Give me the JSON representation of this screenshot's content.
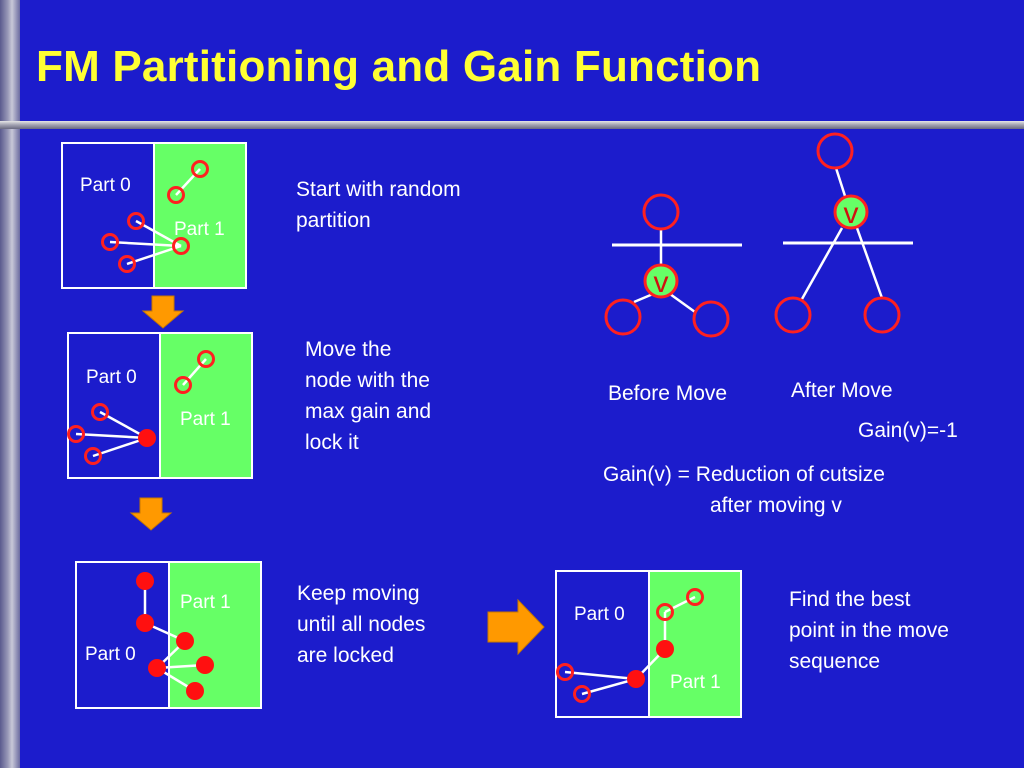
{
  "slide": {
    "title": "FM Partitioning and Gain Function"
  },
  "steps": [
    {
      "part0": "Part 0",
      "part1": "Part 1",
      "description_lines": [
        "Start with random",
        "partition"
      ]
    },
    {
      "part0": "Part 0",
      "part1": "Part 1",
      "description_lines": [
        "Move the",
        "node with the",
        "max gain and",
        "lock it"
      ]
    },
    {
      "part0": "Part 0",
      "part1": "Part 1",
      "description_lines": [
        "Keep moving",
        "until all nodes",
        "are locked"
      ]
    },
    {
      "part0": "Part 0",
      "part1": "Part 1",
      "description_lines": [
        "Find the best",
        "point in the move",
        "sequence"
      ]
    }
  ],
  "gain_example": {
    "node_label": "v",
    "before_label": "Before Move",
    "after_label": "After Move",
    "gain_value": "Gain(v)=-1",
    "definition_lines": [
      "Gain(v) = Reduction of cutsize",
      "after moving v"
    ]
  },
  "colors": {
    "background": "#1c1ccc",
    "title": "#ffff33",
    "part1_fill": "#66ff66",
    "node_outline": "#ff2020",
    "locked_node": "#ff1010",
    "arrow": "#ff9900"
  }
}
